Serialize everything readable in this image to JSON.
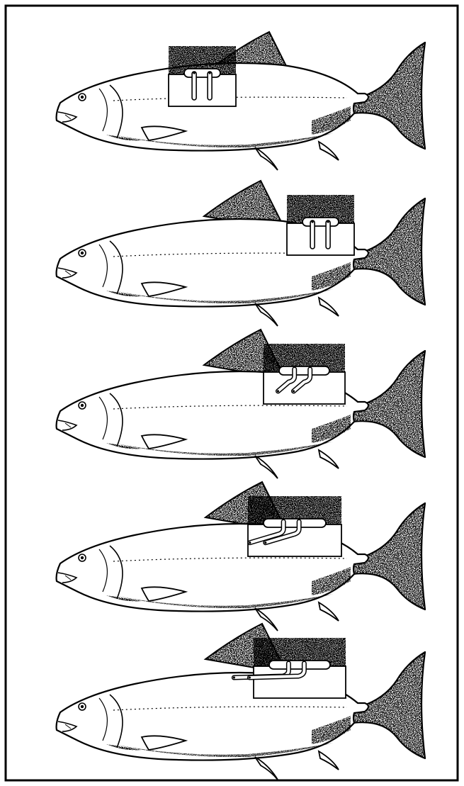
{
  "illustration": {
    "colors": {
      "ink": "#000000",
      "paper": "#ffffff"
    },
    "panels": [
      {
        "tag": "dorsal-anterior",
        "tag_angle": 0
      },
      {
        "tag": "dorsal-posterior",
        "tag_angle": 0
      },
      {
        "tag": "dorsal-posterior-bent-wires",
        "tag_angle": 25
      },
      {
        "tag": "dorsal-posterior-long-bent-wires",
        "tag_angle": 45
      },
      {
        "tag": "dorsal-posterior-angled-wire",
        "tag_angle": 70
      }
    ]
  }
}
